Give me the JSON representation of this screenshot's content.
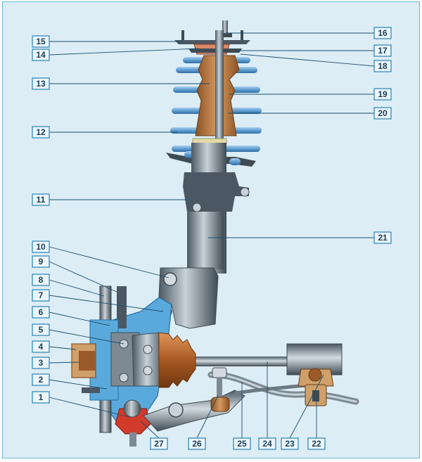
{
  "labels": [
    "1",
    "2",
    "3",
    "4",
    "5",
    "6",
    "7",
    "8",
    "9",
    "10",
    "11",
    "12",
    "13",
    "14",
    "15",
    "16",
    "17",
    "18",
    "19",
    "20",
    "21",
    "22",
    "23",
    "24",
    "25",
    "26",
    "27"
  ],
  "colors": {
    "background": "#dcedf6",
    "border": "#6fb7d8",
    "metal_dark": "#3f4b54",
    "metal_mid": "#7d8a94",
    "metal_light": "#c9d2d8",
    "spring": "#6fa9d6",
    "rubber": "#9b5a2a",
    "boot": "#b76a2e",
    "bump": "#cfa06a",
    "knuckle": "#5aa9dc",
    "red": "#d23a2a"
  }
}
